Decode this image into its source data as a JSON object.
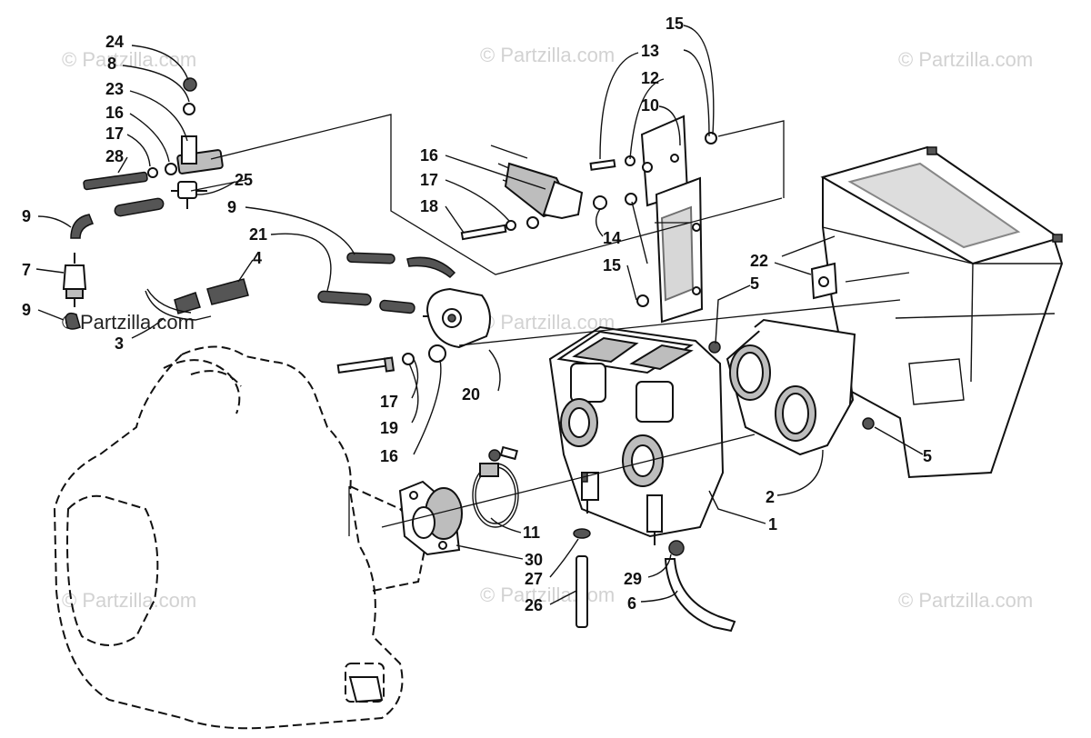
{
  "watermark": {
    "text": "© Partzilla.com",
    "text_alt": "©",
    "text_dark": "Partzilla.com"
  },
  "callouts": {
    "c1": "1",
    "c2": "2",
    "c3": "3",
    "c4": "4",
    "c5a": "5",
    "c5b": "5",
    "c6": "6",
    "c7": "7",
    "c8": "8",
    "c9a": "9",
    "c9b": "9",
    "c9c": "9",
    "c10": "10",
    "c11": "11",
    "c12": "12",
    "c13": "13",
    "c14": "14",
    "c15a": "15",
    "c15b": "15",
    "c16a": "16",
    "c16b": "16",
    "c16c": "16",
    "c17a": "17",
    "c17b": "17",
    "c17c": "17",
    "c18": "18",
    "c19": "19",
    "c20": "20",
    "c21": "21",
    "c22": "22",
    "c23": "23",
    "c24": "24",
    "c25": "25",
    "c26": "26",
    "c27": "27",
    "c28": "28",
    "c29": "29",
    "c30": "30"
  }
}
